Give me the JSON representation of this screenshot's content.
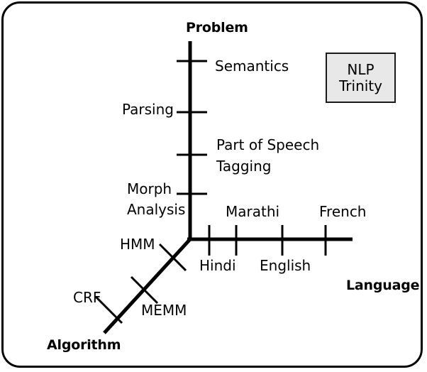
{
  "figure": {
    "border_color": "#000000",
    "background": "#ffffff",
    "line_color": "#000000"
  },
  "legend": {
    "name": "nlp-trinity-box",
    "line1": "NLP",
    "line2": "Trinity",
    "fill_color": "#e8e8e8",
    "border_color": "#1a1a1a"
  },
  "chart_data": {
    "type": "diagram",
    "title": "NLP Trinity",
    "axes": [
      {
        "id": "problem",
        "label": "Problem",
        "orientation": "vertical-up",
        "ticks": [
          {
            "label": "Semantics",
            "side": "right",
            "index": 0
          },
          {
            "label": "Parsing",
            "side": "left",
            "index": 1
          },
          {
            "label": "Part of Speech Tagging",
            "side": "right",
            "index": 2
          },
          {
            "label": "Morph Analysis",
            "side": "left",
            "index": 3
          }
        ]
      },
      {
        "id": "language",
        "label": "Language",
        "orientation": "horizontal-right",
        "ticks": [
          {
            "label": "Hindi",
            "side": "below",
            "index": 0
          },
          {
            "label": "Marathi",
            "side": "above",
            "index": 1
          },
          {
            "label": "English",
            "side": "below",
            "index": 2
          },
          {
            "label": "French",
            "side": "above",
            "index": 3
          }
        ]
      },
      {
        "id": "algorithm",
        "label": "Algorithm",
        "orientation": "diagonal-down-left",
        "ticks": [
          {
            "label": "HMM",
            "side": "upper-left",
            "index": 0
          },
          {
            "label": "MEMM",
            "side": "lower-right",
            "index": 1
          },
          {
            "label": "CRF",
            "side": "upper-left",
            "index": 2
          }
        ]
      }
    ],
    "grid": false,
    "legend_position": "top-right"
  },
  "labels": {
    "problem_axis_title": "Problem",
    "language_axis_title": "Language",
    "algorithm_axis_title": "Algorithm",
    "semantics": "Semantics",
    "parsing": "Parsing",
    "pos_tagging_line1": "Part of Speech",
    "pos_tagging_line2": "Tagging",
    "morph_line1": "Morph",
    "morph_line2": "Analysis",
    "hindi": "Hindi",
    "marathi": "Marathi",
    "english": "English",
    "french": "French",
    "hmm": "HMM",
    "memm": "MEMM",
    "crf": "CRF"
  }
}
